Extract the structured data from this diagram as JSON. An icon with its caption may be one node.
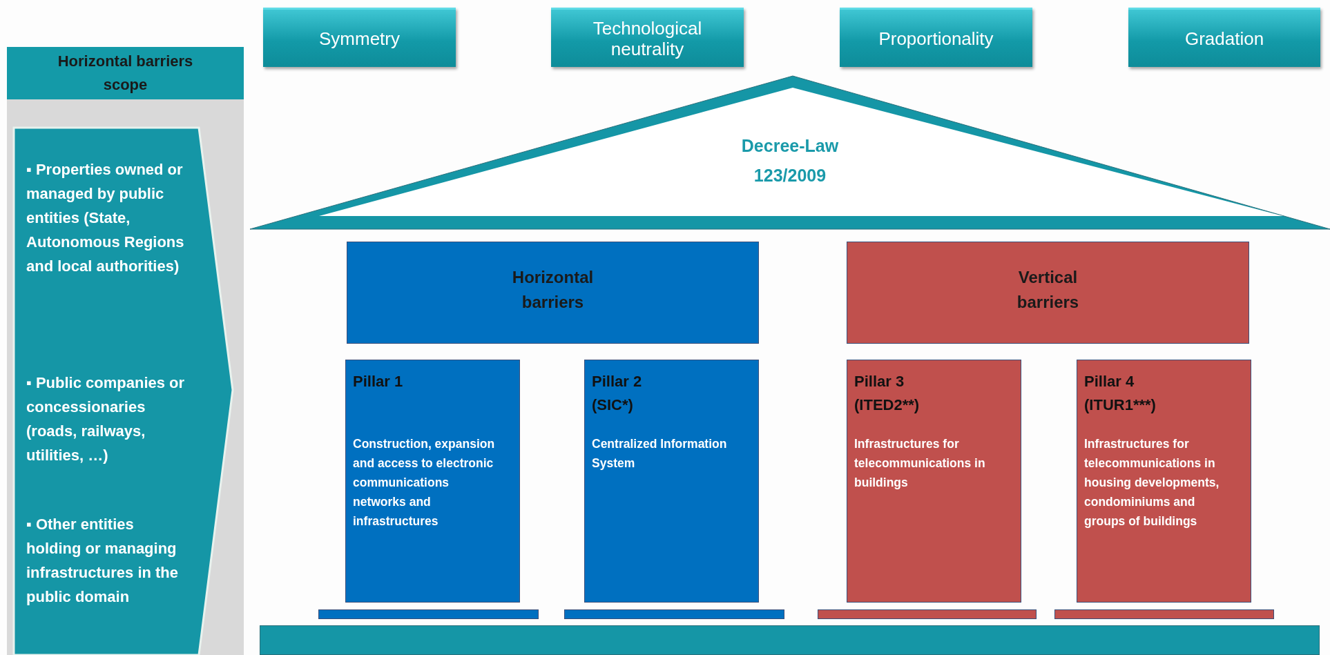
{
  "diagram": {
    "nodes": [
      {
        "text": [
          "Symmetry"
        ]
      },
      {
        "text": [
          "Technological neutrality"
        ]
      },
      {
        "text": [
          "Proportionality"
        ]
      },
      {
        "text": [
          "Gradation"
        ]
      },
      {
        "text": [
          "Horizontal barriers scope"
        ]
      },
      {
        "text": [
          "▪ Properties owned or managed by public entities (State, Autonomous Regions and local authorities)",
          "▪ Public companies or concessionaries (roads, railways, utilities, …)",
          "▪ Other entities holding or managing infrastructures in the public domain"
        ]
      },
      {
        "text": [
          "Decree-Law 123/2009"
        ]
      },
      {
        "text": [
          "Horizontal barriers"
        ]
      },
      {
        "text": [
          "Vertical barriers"
        ]
      },
      {
        "text": [
          "Pillar 1",
          "Construction, expansion and access to electronic communications networks and infrastructures"
        ]
      },
      {
        "text": [
          "Pillar 2 (SIC*)",
          "Centralized Information System"
        ]
      },
      {
        "text": [
          "Pillar 3 (ITED2**)",
          "Infrastructures for telecommunications in buildings"
        ]
      },
      {
        "text": [
          "Pillar 4 (ITUR1***)",
          "Infrastructures for telecommunications in housing developments, condominiums and groups of buildings"
        ]
      },
      {
        "text": [],
        "shape": "bar"
      },
      {
        "text": [],
        "shape": "bar"
      },
      {
        "text": [],
        "shape": "bar"
      },
      {
        "text": [],
        "shape": "bar"
      },
      {
        "text": [],
        "shape": "bar"
      }
    ]
  }
}
